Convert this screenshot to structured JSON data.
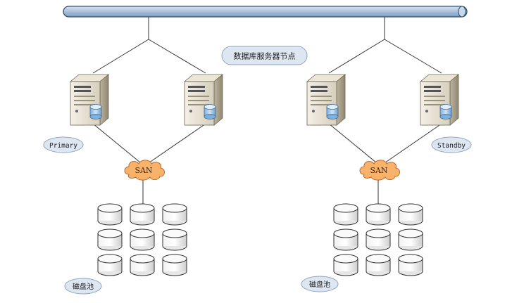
{
  "labels": {
    "node_group": "数据库服务器节点",
    "primary": "Primary",
    "standby": "Standby",
    "san_left": "SAN",
    "san_right": "SAN",
    "pool_left": "磁盘池",
    "pool_right": "磁盘池"
  },
  "icons": {
    "bus": "network-bus-icon",
    "server": "database-server-icon",
    "cloud": "san-cloud-icon",
    "disk": "disk-cylinder-icon"
  },
  "colors": {
    "bus_fill": "#b8cce4",
    "bus_stroke": "#2f4f6f",
    "cloud_fill": "#f8b26a",
    "cloud_stroke": "#c0692a",
    "bubble_fill": "#dde6f1",
    "server_body": "#e8e2d2",
    "db_fill": "#9cc3e6",
    "line": "#333333"
  }
}
